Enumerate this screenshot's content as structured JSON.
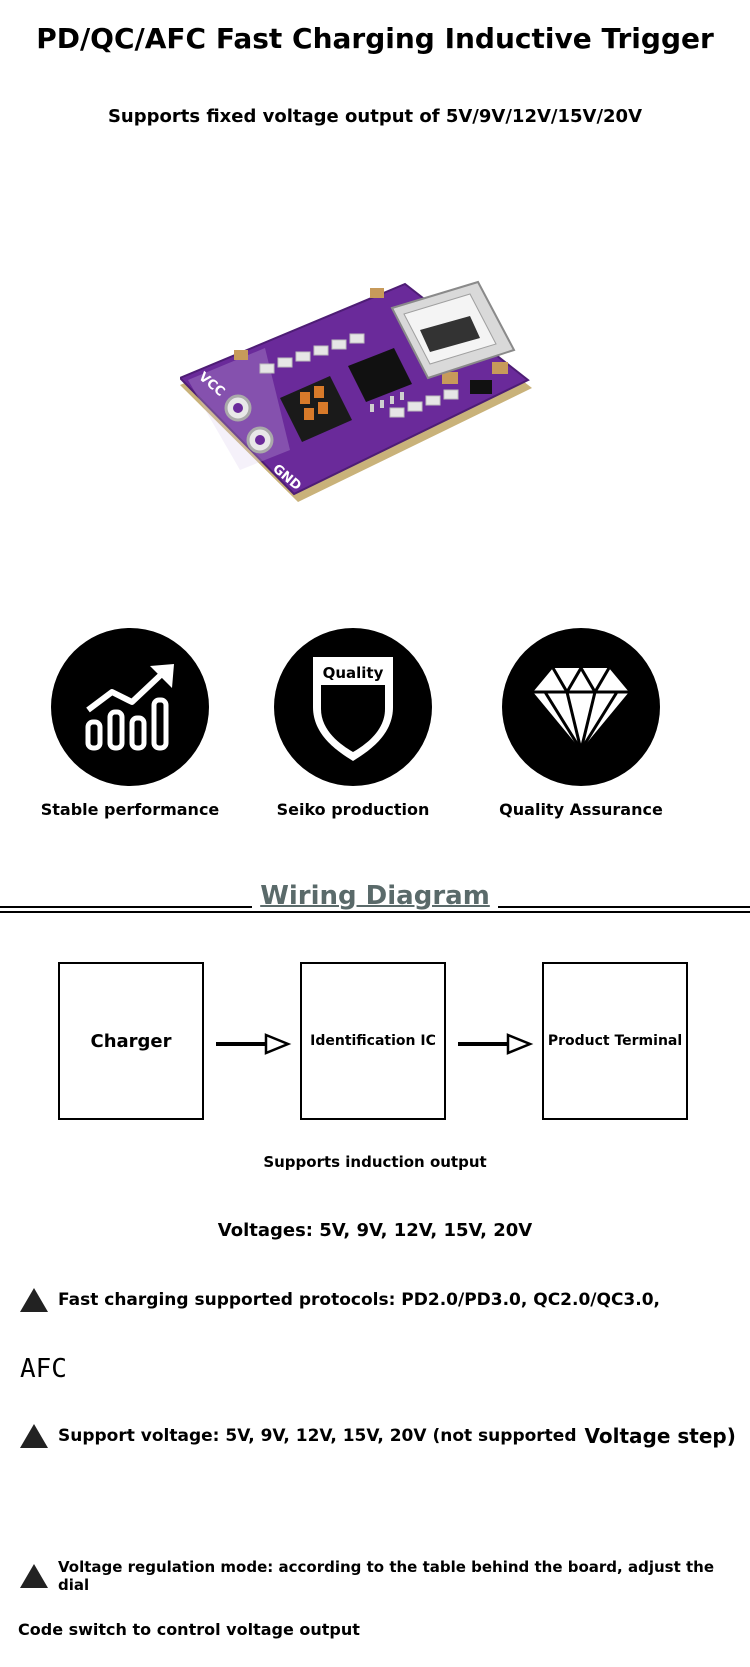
{
  "header": {
    "title": "PD/QC/AFC Fast Charging Inductive Trigger",
    "subtitle": "Supports fixed voltage output of 5V/9V/12V/15V/20V"
  },
  "product_image": {
    "board_labels": [
      "VCC",
      "GND"
    ],
    "pcb_color": "#6a2a9a"
  },
  "features": [
    {
      "label": "Stable performance",
      "icon": "growth-chart-icon"
    },
    {
      "label": "Seiko production",
      "icon": "quality-shield-icon",
      "badge": "Quality"
    },
    {
      "label": "Quality Assurance",
      "icon": "diamond-icon"
    }
  ],
  "wiring": {
    "heading": "Wiring Diagram",
    "boxes": [
      "Charger",
      "Identification IC",
      "Product Terminal"
    ],
    "caption": "Supports induction output",
    "voltages": "Voltages: 5V, 9V, 12V, 15V, 20V"
  },
  "specs": {
    "protocols": "Fast charging supported protocols: PD2.0/PD3.0, QC2.0/QC3.0,",
    "protocols_cont": "AFC",
    "support_voltage": "Support voltage: 5V, 9V, 12V, 15V, 20V (not supported",
    "support_voltage_tail": "Voltage step)",
    "regulation": "Voltage regulation mode: according to the table behind the board, adjust the dial",
    "regulation_cont": "Code switch to control voltage output"
  }
}
